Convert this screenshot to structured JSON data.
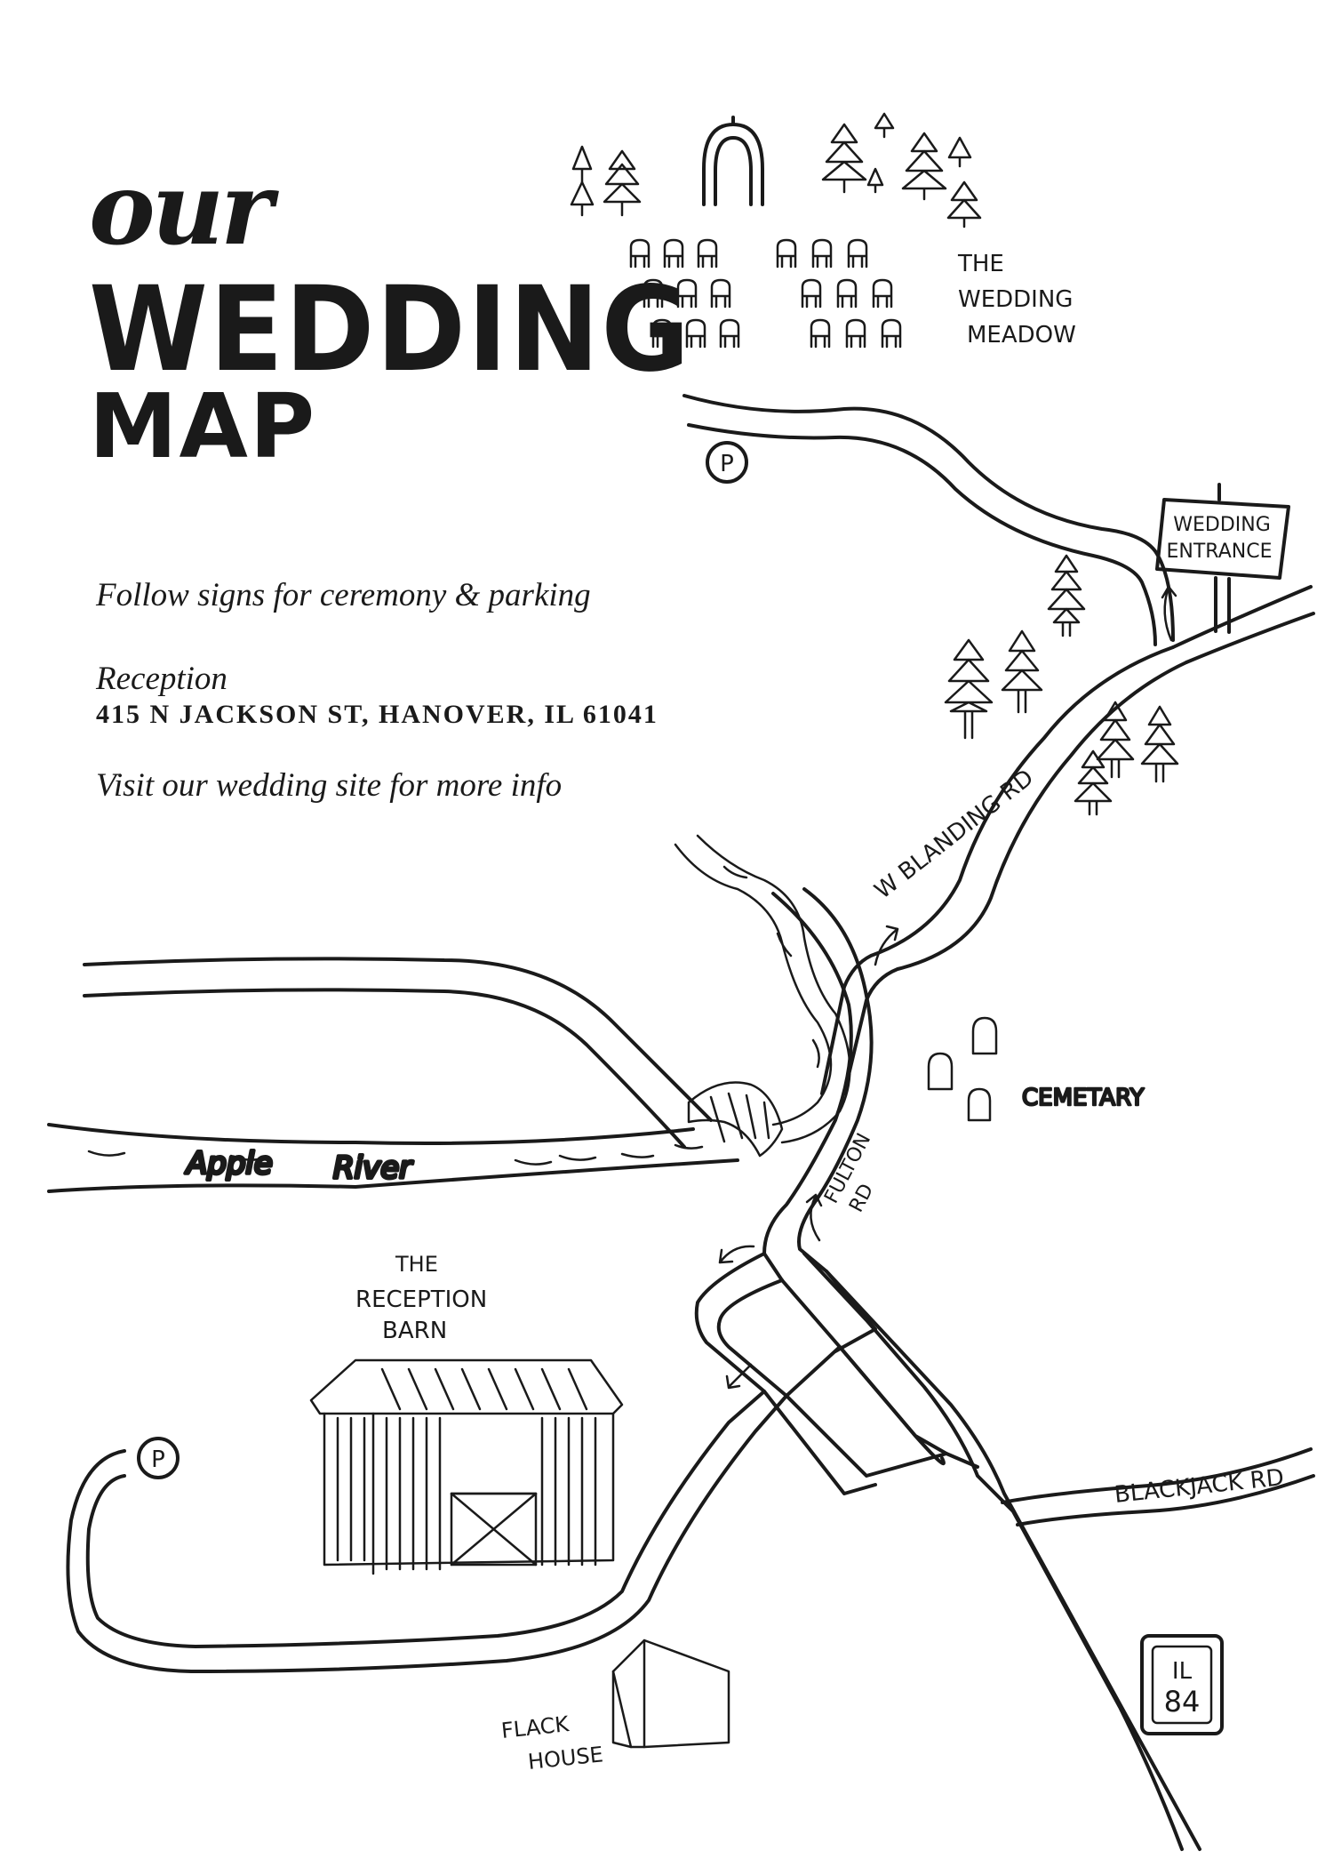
{
  "title": {
    "line1": "our",
    "line2": "WEDDING",
    "line3": "MAP"
  },
  "info": {
    "signs": "Follow signs for ceremony & parking",
    "reception_label": "Reception",
    "reception_address": "415 N JACKSON ST, HANOVER, IL 61041",
    "site_note": "Visit our wedding site for more info"
  },
  "map_labels": {
    "wedding_meadow": [
      "THE",
      "WEDDING",
      "MEADOW"
    ],
    "wedding_entrance": [
      "WEDDING",
      "ENTRANCE"
    ],
    "parking_symbol": "P",
    "w_blanding_rd": "W BLANDING RD",
    "cemetary": "CEMETARY",
    "apple_river": [
      "Apple",
      "River"
    ],
    "fulton_rd": [
      "FULTON",
      "RD"
    ],
    "reception_barn": [
      "THE",
      "RECEPTION",
      "BARN"
    ],
    "blackjack_rd": "BLACKJACK RD",
    "route_sign": [
      "IL",
      "84"
    ],
    "flack_house": [
      "FLACK",
      "HOUSE"
    ]
  },
  "colors": {
    "ink": "#1a1a1a",
    "paper": "#ffffff"
  }
}
